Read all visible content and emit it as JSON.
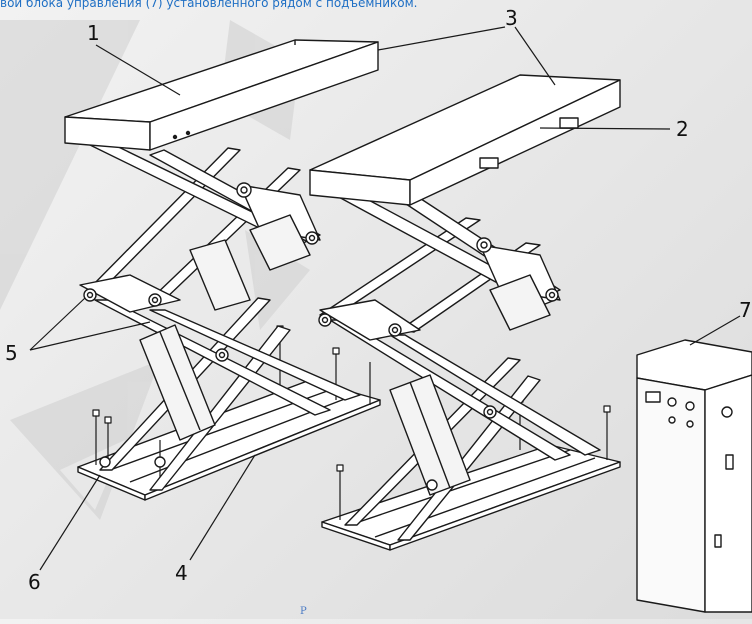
{
  "caption_top": "вой блока управления (7) установленного рядом с подъемником.",
  "caption_bottom": "Р",
  "callouts": {
    "c1": "1",
    "c2": "2",
    "c3": "3",
    "c4": "4",
    "c5": "5",
    "c6": "6",
    "c7": "7"
  },
  "colors": {
    "caption": "#1f6fc4",
    "line": "#1a1a1a",
    "watermark": "#c8c8c8"
  }
}
